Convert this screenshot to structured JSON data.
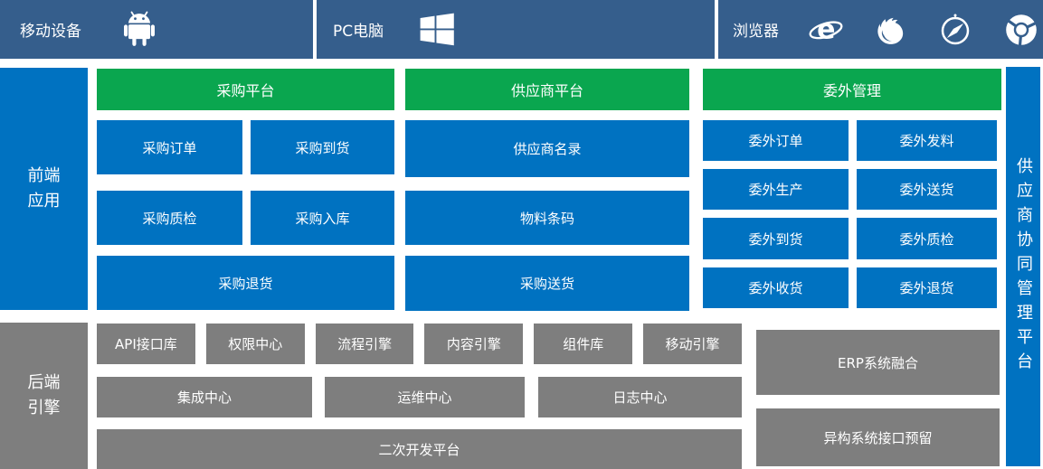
{
  "colors": {
    "topbar_bg": "#355e8c",
    "blue": "#0072c1",
    "green": "#0aa64f",
    "gray": "#7e7e7e",
    "text": "#ffffff"
  },
  "topbar": {
    "mobile": {
      "label": "移动设备",
      "icon": "android-icon"
    },
    "pc": {
      "label": "PC电脑",
      "icon": "windows-icon"
    },
    "browser": {
      "label": "浏览器",
      "icons": [
        "ie-icon",
        "firefox-icon",
        "safari-icon",
        "chrome-icon"
      ]
    }
  },
  "frontend": {
    "side_label": "前端\n应用",
    "purchase": {
      "header": "采购平台",
      "items": [
        "采购订单",
        "采购到货",
        "采购质检",
        "采购入库",
        "采购退货"
      ]
    },
    "supplier": {
      "header": "供应商平台",
      "items": [
        "供应商名录",
        "物料条码",
        "采购送货"
      ]
    },
    "outsourcing": {
      "header": "委外管理",
      "items": [
        "委外订单",
        "委外发料",
        "委外生产",
        "委外送货",
        "委外到货",
        "委外质检",
        "委外收货",
        "委外退货"
      ]
    }
  },
  "right_strip": {
    "label": "供应商协同管理平台"
  },
  "backend": {
    "side_label": "后端\n引擎",
    "row1": [
      "API接口库",
      "权限中心",
      "流程引擎",
      "内容引擎",
      "组件库",
      "移动引擎"
    ],
    "row2": [
      "集成中心",
      "运维中心",
      "日志中心"
    ],
    "row3": [
      "二次开发平台"
    ],
    "right_column": [
      "ERP系统融合",
      "异构系统接口预留"
    ]
  }
}
